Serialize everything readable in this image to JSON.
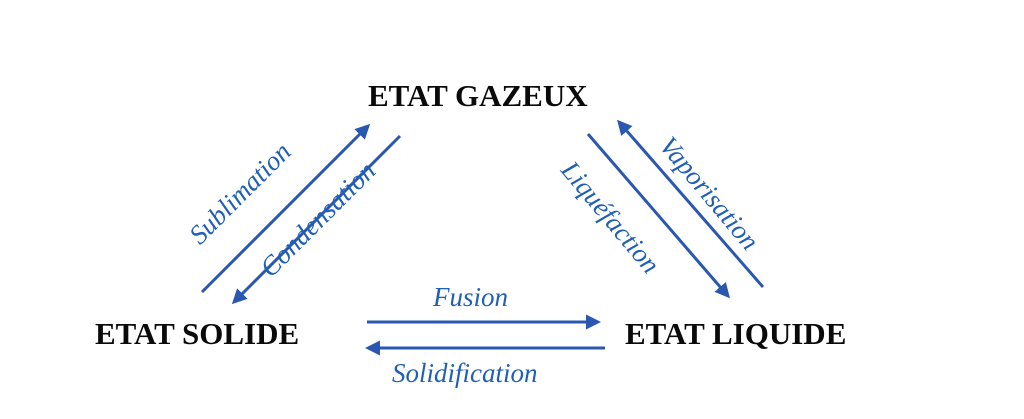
{
  "states": {
    "gas": "ETAT GAZEUX",
    "solid": "ETAT SOLIDE",
    "liquid": "ETAT LIQUIDE"
  },
  "transitions": {
    "sublimation": "Sublimation",
    "condensation": "Condensation",
    "liquefaction": "Liquéfaction",
    "vaporisation": "Vaporisation",
    "fusion": "Fusion",
    "solidification": "Solidification"
  },
  "colors": {
    "arrow": "#2a58b0",
    "label": "#1f5fb5",
    "state_text": "#0a0a0a"
  }
}
